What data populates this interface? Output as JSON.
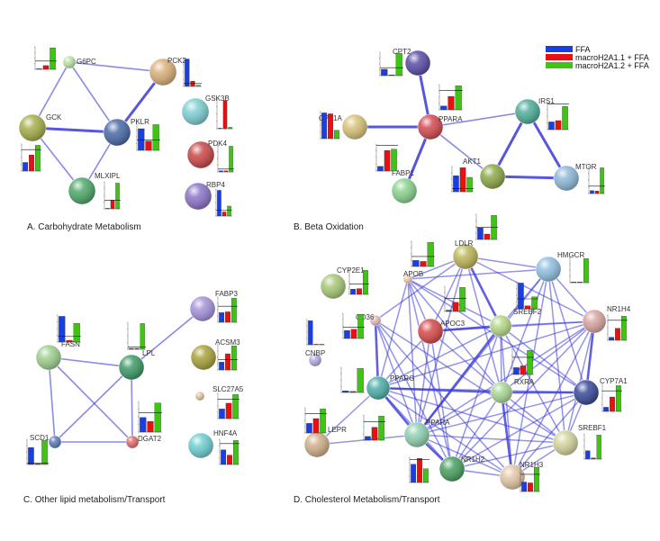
{
  "legend": {
    "items": [
      {
        "label": "FFA",
        "color": "#1a3fe0"
      },
      {
        "label": "macroH2A1.1 + FFA",
        "color": "#e81010"
      },
      {
        "label": "macroH2A1.2 + FFA",
        "color": "#3fc414"
      }
    ]
  },
  "edge_color": "#3a3ad8",
  "panels": [
    {
      "id": "A",
      "title": "A. Carbohydrate Metabolism",
      "nodes": [
        {
          "name": "G6PC",
          "color": "#b7e3a6",
          "bars": [
            5,
            45,
            260
          ],
          "ref": 100
        },
        {
          "name": "PCK2",
          "color": "#d9b07a",
          "bars": [
            950,
            180,
            40
          ],
          "ref": 100
        },
        {
          "name": "GCK",
          "color": "#a6ad4a",
          "bars": [
            40,
            75,
            120
          ],
          "ref": 100
        },
        {
          "name": "PKLR",
          "color": "#4b6aa8",
          "bars": [
            210,
            90,
            250
          ],
          "ref": 100
        },
        {
          "name": "MLXIPL",
          "color": "#4fa86a",
          "bars": [
            0,
            100,
            300
          ],
          "ref": 100
        },
        {
          "name": "GSK3B",
          "color": "#7fcfd3",
          "bars": [
            5,
            1000,
            50
          ],
          "ref": 0
        },
        {
          "name": "PDK4",
          "color": "#c94848",
          "bars": [
            40,
            40,
            900
          ],
          "ref": 100
        },
        {
          "name": "RBP4",
          "color": "#8c74c8",
          "bars": [
            440,
            70,
            170
          ],
          "ref": 100
        }
      ],
      "edges": [
        [
          "G6PC",
          "PCK2"
        ],
        [
          "G6PC",
          "GCK"
        ],
        [
          "G6PC",
          "PKLR"
        ],
        [
          "GCK",
          "PKLR"
        ],
        [
          "GCK",
          "MLXIPL"
        ],
        [
          "PKLR",
          "MLXIPL"
        ],
        [
          "PKLR",
          "PCK2"
        ]
      ]
    },
    {
      "id": "B",
      "title": "B. Beta Oxidation",
      "nodes": [
        {
          "name": "CPT2",
          "color": "#5b4ca8",
          "bars": [
            80,
            10,
            280
          ],
          "ref": 100
        },
        {
          "name": "CPT1A",
          "color": "#d7c27a",
          "bars": [
            55,
            53,
            18
          ],
          "ref": 0
        },
        {
          "name": "PPARA",
          "color": "#d24a52",
          "bars": [
            20,
            70,
            125
          ],
          "ref": 100
        },
        {
          "name": "FABP1",
          "color": "#8ad38e",
          "bars": [
            18,
            80,
            85
          ],
          "ref": 100
        },
        {
          "name": "IRS1",
          "color": "#4fae9a",
          "bars": [
            30,
            35,
            90
          ],
          "ref": 100
        },
        {
          "name": "AKT1",
          "color": "#8ba84a",
          "bars": [
            500,
            750,
            450
          ],
          "ref": 100
        },
        {
          "name": "MTOR",
          "color": "#8fb8d8",
          "bars": [
            40,
            35,
            350
          ],
          "ref": 100
        }
      ],
      "edges": [
        [
          "CPT2",
          "PPARA"
        ],
        [
          "CPT1A",
          "PPARA"
        ],
        [
          "PPARA",
          "FABP1"
        ],
        [
          "PPARA",
          "IRS1"
        ],
        [
          "PPARA",
          "AKT1"
        ],
        [
          "IRS1",
          "AKT1"
        ],
        [
          "IRS1",
          "MTOR"
        ],
        [
          "AKT1",
          "MTOR"
        ]
      ]
    },
    {
      "id": "C",
      "title": "C. Other lipid metabolism/Transport",
      "nodes": [
        {
          "name": "FASN",
          "color": "#9fd08e",
          "bars": [
            440,
            30,
            320
          ],
          "ref": 100
        },
        {
          "name": "LPL",
          "color": "#3f9a68",
          "bars": [
            40,
            40,
            1150
          ],
          "ref": 100
        },
        {
          "name": "FABP3",
          "color": "#a592db",
          "bars": [
            60,
            65,
            150
          ],
          "ref": 100
        },
        {
          "name": "ACSM3",
          "color": "#a7a23a",
          "bars": [
            75,
            155,
            230
          ],
          "ref": 100
        },
        {
          "name": "SLC27A5",
          "color": "#e0c39a",
          "bars": [
            50,
            80,
            125
          ],
          "ref": 100
        },
        {
          "name": "HNF4A",
          "color": "#6ecfcf",
          "bars": [
            70,
            45,
            115
          ],
          "ref": 100
        },
        {
          "name": "SCD1",
          "color": "#5b7ab8",
          "bars": [
            1200,
            50,
            1700
          ],
          "ref": 100
        },
        {
          "name": "DGAT2",
          "color": "#e06a6a",
          "bars": [
            75,
            55,
            150
          ],
          "ref": 100
        }
      ],
      "edges": [
        [
          "FASN",
          "LPL"
        ],
        [
          "FASN",
          "SCD1"
        ],
        [
          "FASN",
          "DGAT2"
        ],
        [
          "LPL",
          "SCD1"
        ],
        [
          "LPL",
          "DGAT2"
        ],
        [
          "SCD1",
          "DGAT2"
        ],
        [
          "LPL",
          "FABP3"
        ]
      ]
    },
    {
      "id": "D",
      "title": "D. Cholesterol Metabolism/Transport",
      "nodes": [
        {
          "name": "LDLR",
          "color": "#bdb65a",
          "bars": [
            100,
            45,
            200
          ],
          "ref": 100
        },
        {
          "name": "APOB",
          "color": "#ecc8a8",
          "bars": [
            60,
            50,
            240
          ],
          "ref": 100
        },
        {
          "name": "CYP2E1",
          "color": "#a8c878",
          "bars": [
            50,
            55,
            230
          ],
          "ref": 100
        },
        {
          "name": "HMGCR",
          "color": "#8fc0e0",
          "bars": [
            20,
            20,
            750
          ],
          "ref": 0
        },
        {
          "name": "APOC3",
          "color": "#d84a4a",
          "bars": [
            10,
            70,
            185
          ],
          "ref": 100
        },
        {
          "name": "SREBF2",
          "color": "#b7d88a",
          "bars": [
            2600,
            300,
            1200
          ],
          "ref": 1000
        },
        {
          "name": "CD36",
          "color": "#e7b8b4",
          "bars": [
            700,
            800,
            2100
          ],
          "ref": 1000
        },
        {
          "name": "NR1H4",
          "color": "#d9a5a0",
          "bars": [
            15,
            60,
            120
          ],
          "ref": 100
        },
        {
          "name": "CNBP",
          "color": "#b6a8e0",
          "bars": [
            18000,
            300,
            300
          ],
          "ref": 0
        },
        {
          "name": "RXRA",
          "color": "#a8d896",
          "bars": [
            40,
            50,
            140
          ],
          "ref": 100
        },
        {
          "name": "PPARG",
          "color": "#4faea8",
          "bars": [
            80,
            50,
            1150
          ],
          "ref": 0
        },
        {
          "name": "CYP7A1",
          "color": "#3a4a98",
          "bars": [
            20,
            70,
            125
          ],
          "ref": 100
        },
        {
          "name": "LEPR",
          "color": "#cfb088",
          "bars": [
            50,
            75,
            125
          ],
          "ref": 100
        },
        {
          "name": "PPARA",
          "color": "#8fd0b0",
          "bars": [
            20,
            70,
            130
          ],
          "ref": 100
        },
        {
          "name": "SREBF1",
          "color": "#d4d49e",
          "bars": [
            700,
            100,
            2000
          ],
          "ref": 0
        },
        {
          "name": "NR1H2",
          "color": "#4aa060",
          "bars": [
            80,
            105,
            60
          ],
          "ref": 100
        },
        {
          "name": "NR1H3",
          "color": "#e2c6a6",
          "bars": [
            55,
            50,
            140
          ],
          "ref": 100
        }
      ]
    }
  ]
}
